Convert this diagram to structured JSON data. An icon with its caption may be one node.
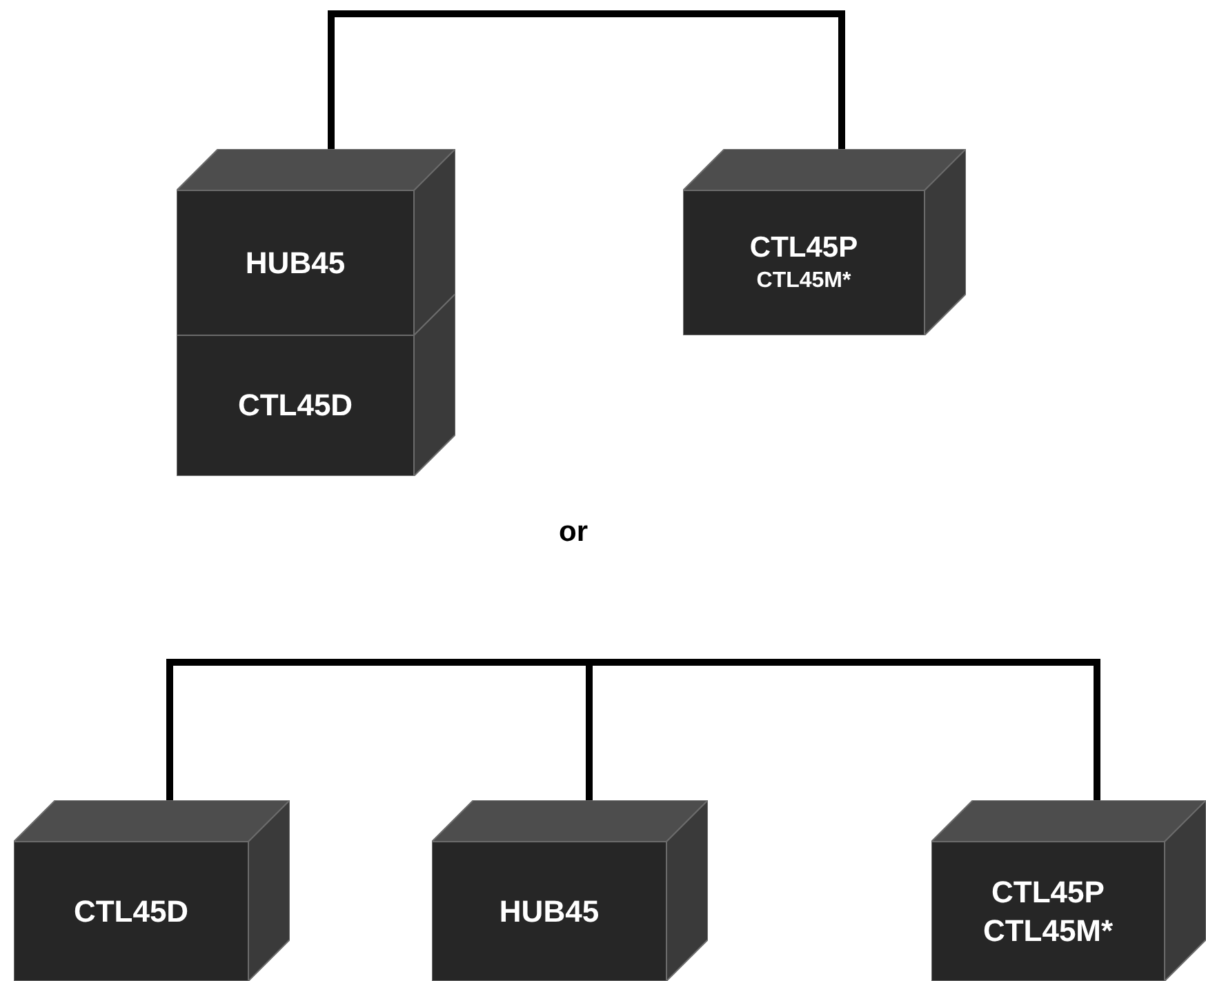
{
  "diagram": {
    "nodes": [
      {
        "text": [
          "HUB45"
        ]
      },
      {
        "text": [
          "CTL45D"
        ]
      },
      {
        "text": [
          "CTL45P",
          "CTL45M*"
        ]
      },
      {
        "text": [
          "CTL45D"
        ]
      },
      {
        "text": [
          "HUB45"
        ]
      },
      {
        "text": [
          "CTL45P",
          "CTL45M*"
        ]
      }
    ],
    "edges": [
      {
        "from": 0,
        "to": 2,
        "arrow": "none"
      },
      {
        "from": 3,
        "to": 4,
        "arrow": "none"
      },
      {
        "from": 4,
        "to": 5,
        "arrow": "none"
      }
    ],
    "labels": [
      "or"
    ]
  }
}
